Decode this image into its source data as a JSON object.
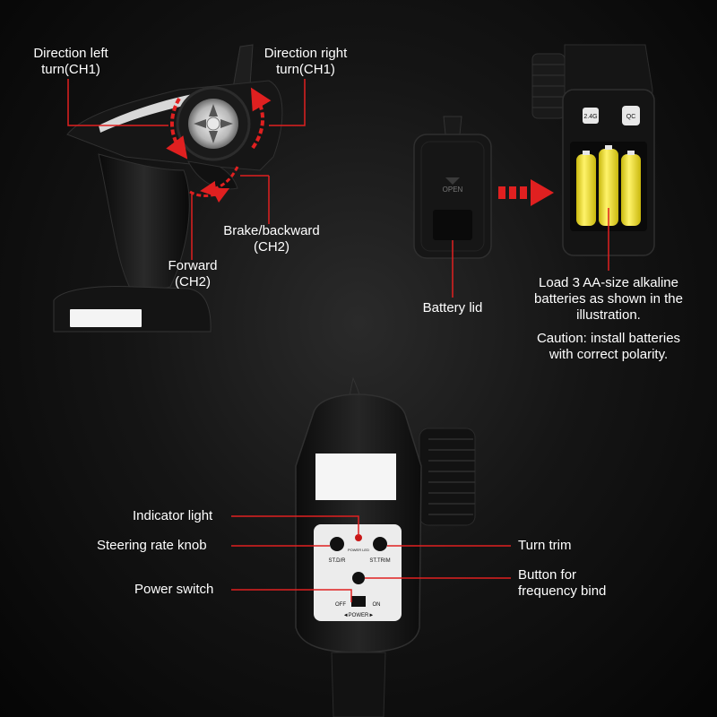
{
  "labels": {
    "direction_left": [
      "Direction left",
      "turn(CH1)"
    ],
    "direction_right": [
      "Direction right",
      "turn(CH1)"
    ],
    "brake_backward": [
      "Brake/backward",
      "(CH2)"
    ],
    "forward": [
      "Forward",
      "(CH2)"
    ],
    "battery_lid": "Battery lid",
    "load_batteries": [
      "Load 3 AA-size alkaline",
      "batteries as shown in the",
      "illustration."
    ],
    "caution": [
      "Caution: install batteries",
      "with correct polarity."
    ],
    "indicator_light": "Indicator light",
    "steering_rate_knob": "Steering rate knob",
    "power_switch": "Power switch",
    "turn_trim": "Turn trim",
    "frequency_bind": [
      "Button for",
      "frequency bind"
    ]
  },
  "device_text": {
    "lid_open": "OPEN",
    "badge_24g": "2.4G",
    "badge_qc": "QC",
    "st_dr": "ST.D/R",
    "st_trim": "ST.TRIM",
    "power_led": "POWER LED",
    "off": "OFF",
    "on": "ON",
    "power": "◄POWER►"
  },
  "colors": {
    "annotation_line": "#e02020",
    "body": "#151515",
    "battery": "#f2e21a"
  }
}
